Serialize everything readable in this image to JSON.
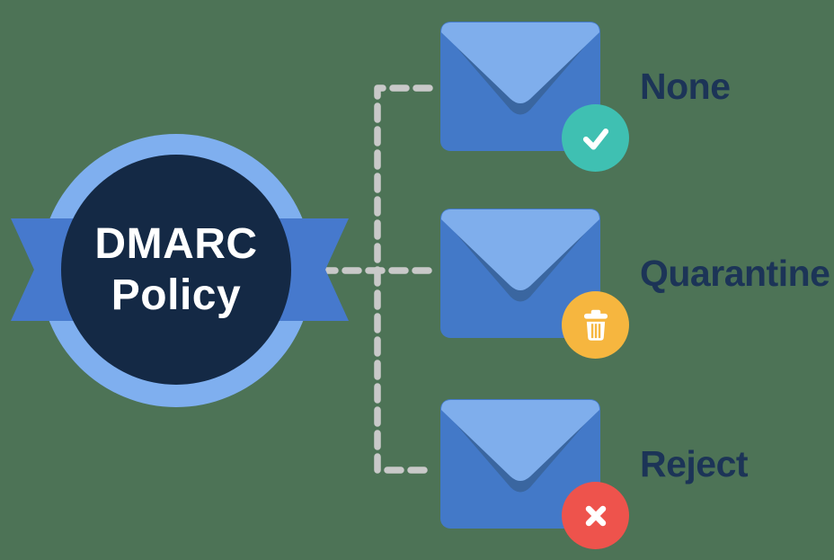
{
  "colors": {
    "background": "#4d7356",
    "badge_ring": "#7fafef",
    "badge_core": "#142945",
    "ribbon": "#4679cd",
    "badge_text": "#ffffff",
    "envelope_body": "#4379c8",
    "envelope_flap": "#7faeec",
    "envelope_fold_shadow": "#3a66a0",
    "connector": "#c9c9c9",
    "label_text": "#1c3457",
    "status_icon": "#ffffff"
  },
  "badge": {
    "line1": "DMARC",
    "line2": "Policy"
  },
  "policies": [
    {
      "label": "None",
      "icon": "check-icon",
      "color": "#3fc0b2"
    },
    {
      "label": "Quarantine",
      "icon": "trash-icon",
      "color": "#f6b63f"
    },
    {
      "label": "Reject",
      "icon": "cross-icon",
      "color": "#ee534c"
    }
  ]
}
